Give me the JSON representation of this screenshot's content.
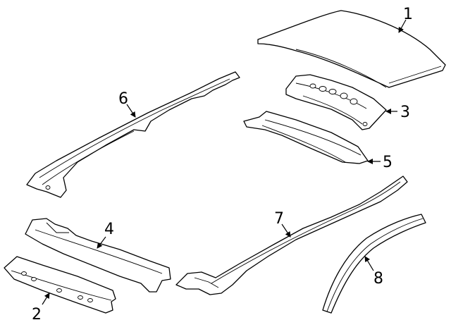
{
  "diagram": {
    "colors": {
      "line": "#000000",
      "background": "#ffffff"
    },
    "callouts": [
      {
        "id": "1",
        "label": "1"
      },
      {
        "id": "2",
        "label": "2"
      },
      {
        "id": "3",
        "label": "3"
      },
      {
        "id": "4",
        "label": "4"
      },
      {
        "id": "5",
        "label": "5"
      },
      {
        "id": "6",
        "label": "6"
      },
      {
        "id": "7",
        "label": "7"
      },
      {
        "id": "8",
        "label": "8"
      }
    ]
  }
}
